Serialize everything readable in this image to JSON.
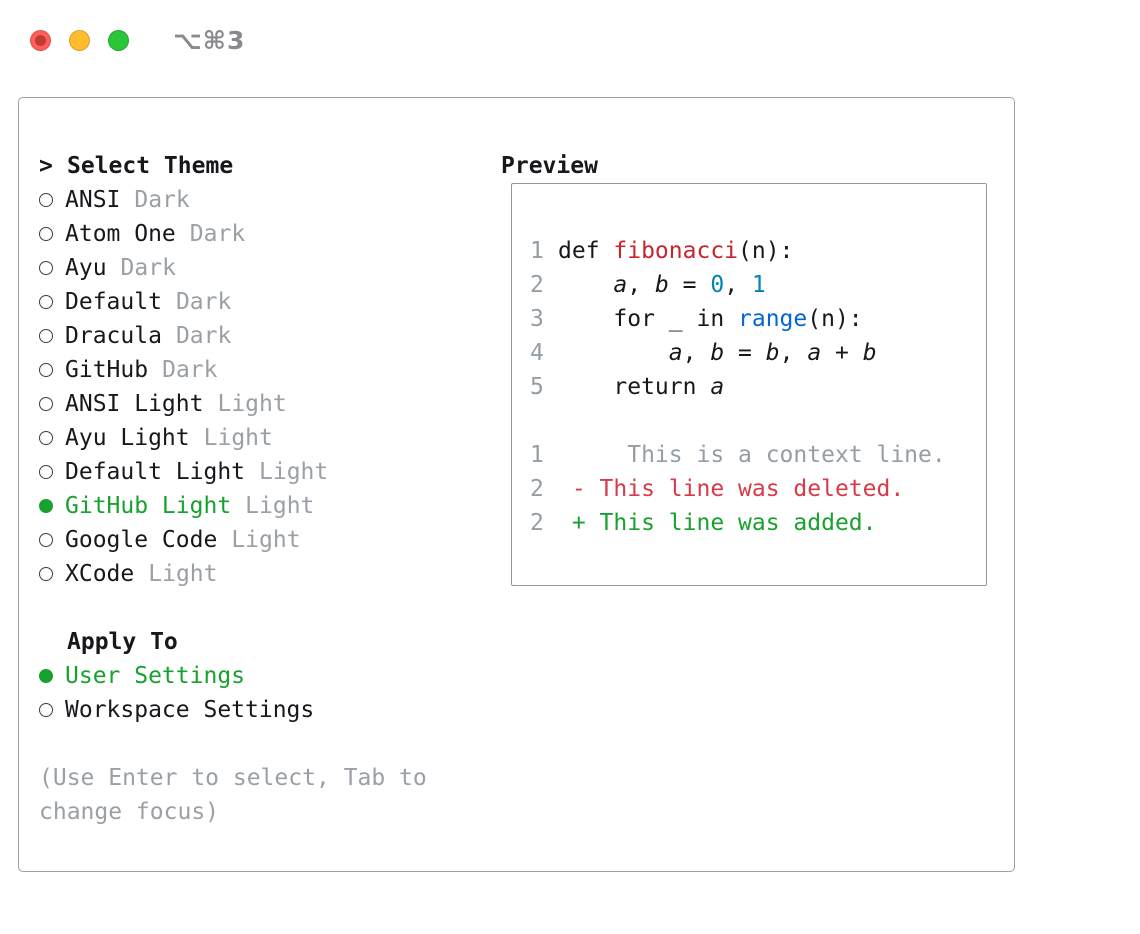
{
  "window": {
    "shortcut_label": "⌥⌘3"
  },
  "colors": {
    "green": "#18a12e",
    "red": "#d73a49",
    "fn_red": "#c8252d",
    "teal": "#0086b3",
    "blue": "#0366d6",
    "muted": "#9aa0a6",
    "line_number": "#959da5",
    "context_gray": "#959da5",
    "tl_red": "#ff5f57",
    "tl_yellow": "#febc2e",
    "tl_green": "#2ac539"
  },
  "theme_picker": {
    "cursor": ">",
    "title": "Select Theme",
    "items": [
      {
        "name": "ANSI",
        "variant": "Dark",
        "selected": false
      },
      {
        "name": "Atom One",
        "variant": "Dark",
        "selected": false
      },
      {
        "name": "Ayu",
        "variant": "Dark",
        "selected": false
      },
      {
        "name": "Default",
        "variant": "Dark",
        "selected": false
      },
      {
        "name": "Dracula",
        "variant": "Dark",
        "selected": false
      },
      {
        "name": "GitHub",
        "variant": "Dark",
        "selected": false
      },
      {
        "name": "ANSI Light",
        "variant": "Light",
        "selected": false
      },
      {
        "name": "Ayu Light",
        "variant": "Light",
        "selected": false
      },
      {
        "name": "Default Light",
        "variant": "Light",
        "selected": false
      },
      {
        "name": "GitHub Light",
        "variant": "Light",
        "selected": true
      },
      {
        "name": "Google Code",
        "variant": "Light",
        "selected": false
      },
      {
        "name": "XCode",
        "variant": "Light",
        "selected": false
      }
    ]
  },
  "apply_to": {
    "title": "Apply To",
    "options": [
      {
        "label": "User Settings",
        "selected": true
      },
      {
        "label": "Workspace Settings",
        "selected": false
      }
    ]
  },
  "help_text": "(Use Enter to select, Tab to change focus)",
  "preview": {
    "title": "Preview",
    "code_lines": [
      {
        "num": "1",
        "segments": [
          {
            "text": "def ",
            "style": "plain"
          },
          {
            "text": "fibonacci",
            "style": "function"
          },
          {
            "text": "(n):",
            "style": "plain"
          }
        ]
      },
      {
        "num": "2",
        "segments": [
          {
            "text": "    ",
            "style": "plain"
          },
          {
            "text": "a",
            "style": "italic"
          },
          {
            "text": ", ",
            "style": "plain"
          },
          {
            "text": "b",
            "style": "italic"
          },
          {
            "text": " = ",
            "style": "plain"
          },
          {
            "text": "0",
            "style": "number"
          },
          {
            "text": ", ",
            "style": "plain"
          },
          {
            "text": "1",
            "style": "number"
          }
        ]
      },
      {
        "num": "3",
        "segments": [
          {
            "text": "    for _ in ",
            "style": "plain"
          },
          {
            "text": "range",
            "style": "builtin"
          },
          {
            "text": "(n):",
            "style": "plain"
          }
        ]
      },
      {
        "num": "4",
        "segments": [
          {
            "text": "        ",
            "style": "plain"
          },
          {
            "text": "a",
            "style": "italic"
          },
          {
            "text": ", ",
            "style": "plain"
          },
          {
            "text": "b",
            "style": "italic"
          },
          {
            "text": " = ",
            "style": "plain"
          },
          {
            "text": "b",
            "style": "italic"
          },
          {
            "text": ", ",
            "style": "plain"
          },
          {
            "text": "a",
            "style": "italic"
          },
          {
            "text": " + ",
            "style": "plain"
          },
          {
            "text": "b",
            "style": "italic"
          }
        ]
      },
      {
        "num": "5",
        "segments": [
          {
            "text": "    return ",
            "style": "plain"
          },
          {
            "text": "a",
            "style": "italic"
          }
        ]
      },
      {
        "num": "",
        "segments": []
      },
      {
        "num": "1",
        "segments": [
          {
            "text": "     This is a context line.",
            "style": "context"
          }
        ]
      },
      {
        "num": "2",
        "segments": [
          {
            "text": " - This line was deleted.",
            "style": "deleted"
          }
        ]
      },
      {
        "num": "2",
        "segments": [
          {
            "text": " + This line was added.",
            "style": "added"
          }
        ]
      }
    ]
  }
}
